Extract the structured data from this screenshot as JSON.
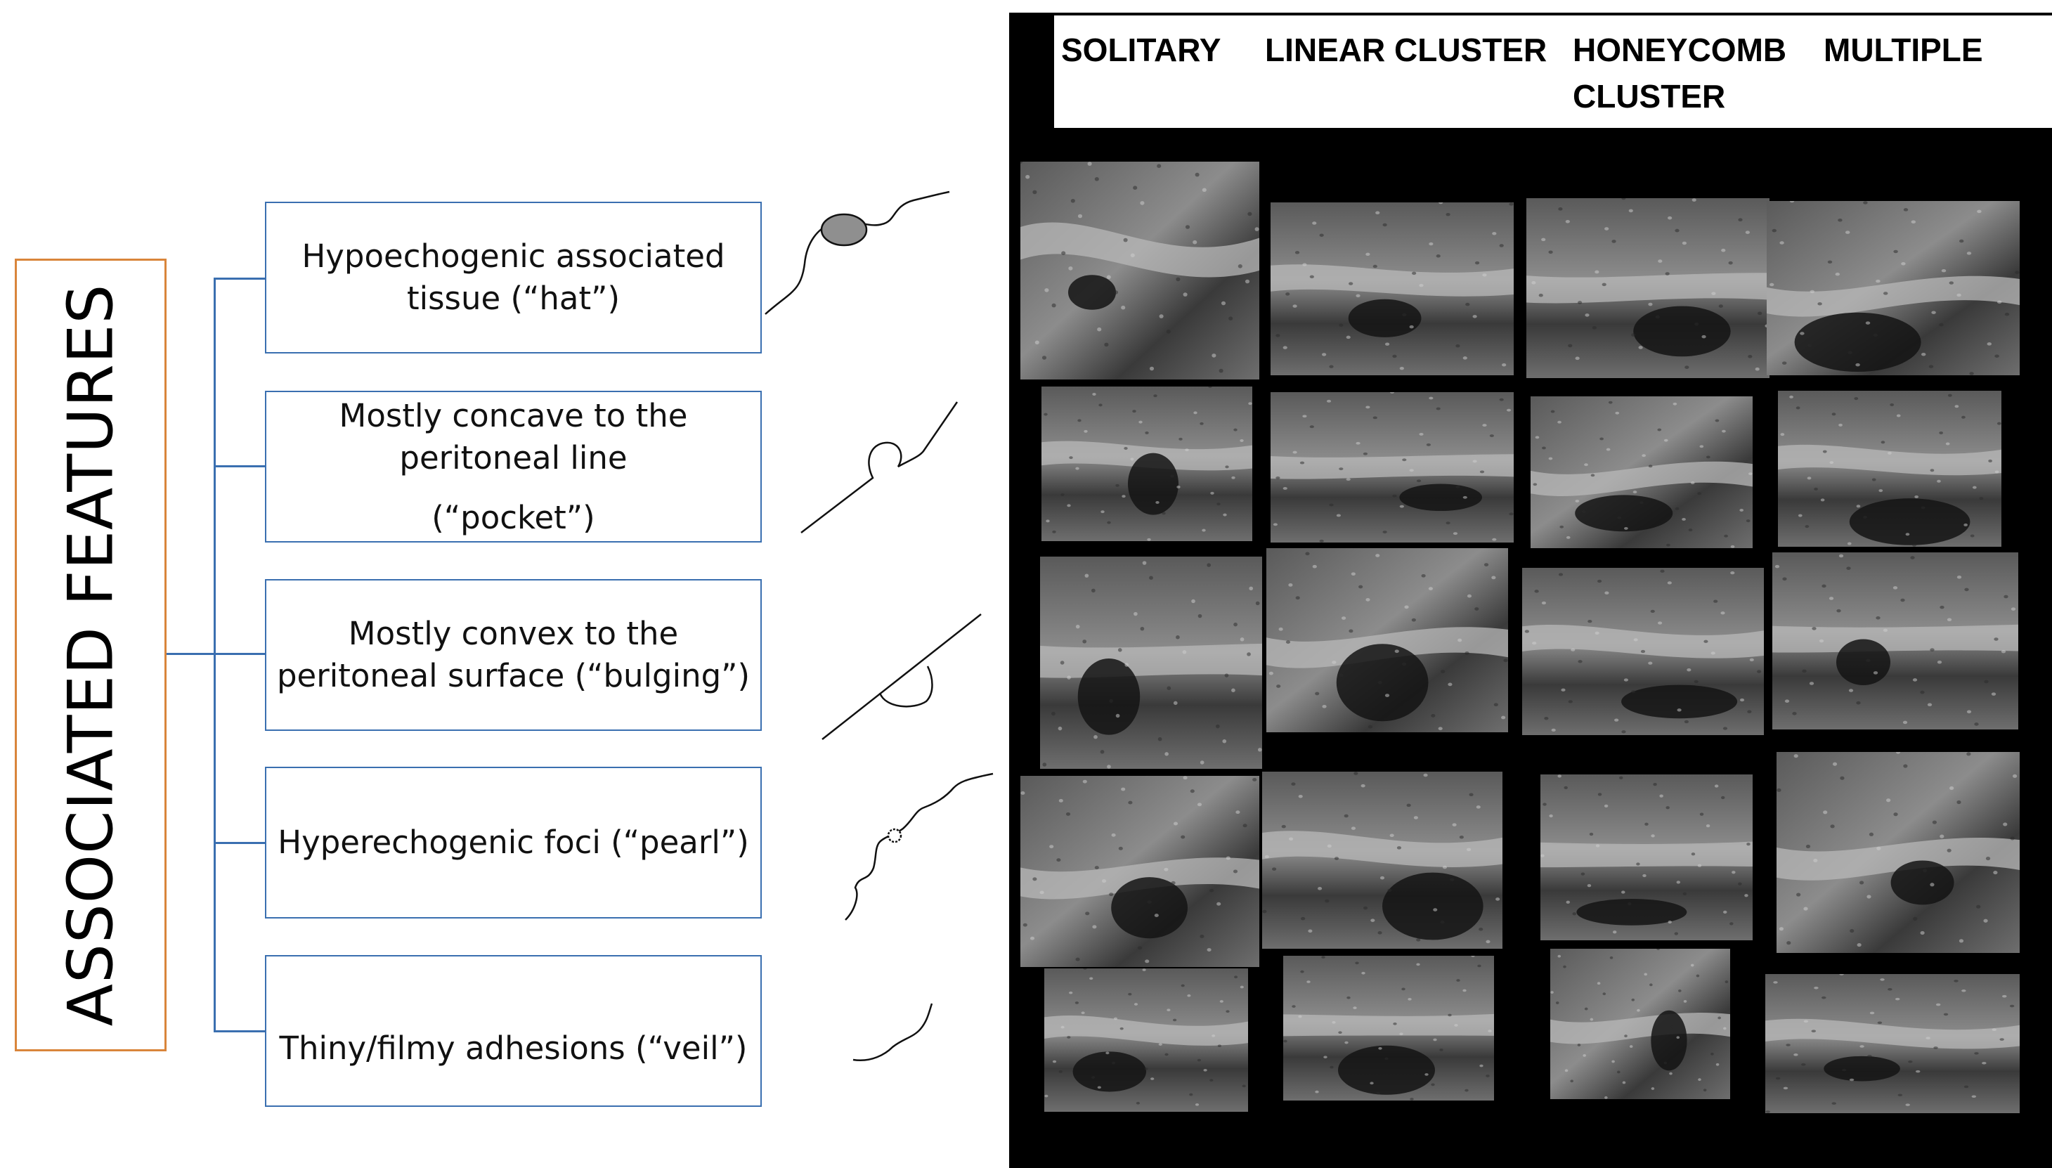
{
  "title": "ASSOCIATED FEATURES",
  "features": [
    {
      "id": "hat",
      "lines": [
        "Hypoechogenic associated",
        "tissue (“hat”)"
      ]
    },
    {
      "id": "pocket",
      "lines": [
        "Mostly concave to the",
        "peritoneal line",
        "(“pocket”)"
      ]
    },
    {
      "id": "bulging",
      "lines": [
        "Mostly convex to the",
        "peritoneal surface (“bulging”)"
      ]
    },
    {
      "id": "pearl",
      "lines": [
        "Hyperechogenic foci (“pearl”)"
      ]
    },
    {
      "id": "veil",
      "lines": [
        "Thiny/filmy adhesions (“veil”)"
      ]
    }
  ],
  "columns": [
    "SOLITARY",
    "LINEAR CLUSTER",
    "HONEYCOMB\nCLUSTER",
    "MULTIPLE"
  ],
  "colors": {
    "title_border": "#d9853b",
    "connector": "#3a6fb0",
    "box_border": "#3a6fb0"
  },
  "images": [
    {
      "row": 1,
      "col": 1,
      "desc": "ultrasound-solitary-hat"
    },
    {
      "row": 1,
      "col": 2,
      "desc": "ultrasound-linear-cluster-hat"
    },
    {
      "row": 1,
      "col": 3,
      "desc": "ultrasound-honeycomb-hat"
    },
    {
      "row": 1,
      "col": 4,
      "desc": "ultrasound-multiple-hat"
    },
    {
      "row": 2,
      "col": 1,
      "desc": "ultrasound-solitary-pocket"
    },
    {
      "row": 2,
      "col": 2,
      "desc": "ultrasound-linear-cluster-pocket"
    },
    {
      "row": 2,
      "col": 3,
      "desc": "ultrasound-honeycomb-pocket"
    },
    {
      "row": 2,
      "col": 4,
      "desc": "ultrasound-multiple-pocket"
    },
    {
      "row": 3,
      "col": 1,
      "desc": "ultrasound-solitary-bulging"
    },
    {
      "row": 3,
      "col": 2,
      "desc": "ultrasound-linear-cluster-bulging"
    },
    {
      "row": 3,
      "col": 3,
      "desc": "ultrasound-honeycomb-bulging"
    },
    {
      "row": 3,
      "col": 4,
      "desc": "ultrasound-multiple-bulging"
    },
    {
      "row": 4,
      "col": 1,
      "desc": "ultrasound-solitary-pearl"
    },
    {
      "row": 4,
      "col": 2,
      "desc": "ultrasound-linear-cluster-pearl"
    },
    {
      "row": 4,
      "col": 3,
      "desc": "ultrasound-honeycomb-pearl"
    },
    {
      "row": 4,
      "col": 4,
      "desc": "ultrasound-multiple-pearl"
    },
    {
      "row": 5,
      "col": 1,
      "desc": "ultrasound-solitary-veil"
    },
    {
      "row": 5,
      "col": 2,
      "desc": "ultrasound-linear-cluster-veil"
    },
    {
      "row": 5,
      "col": 3,
      "desc": "ultrasound-honeycomb-veil"
    },
    {
      "row": 5,
      "col": 4,
      "desc": "ultrasound-multiple-veil"
    }
  ]
}
